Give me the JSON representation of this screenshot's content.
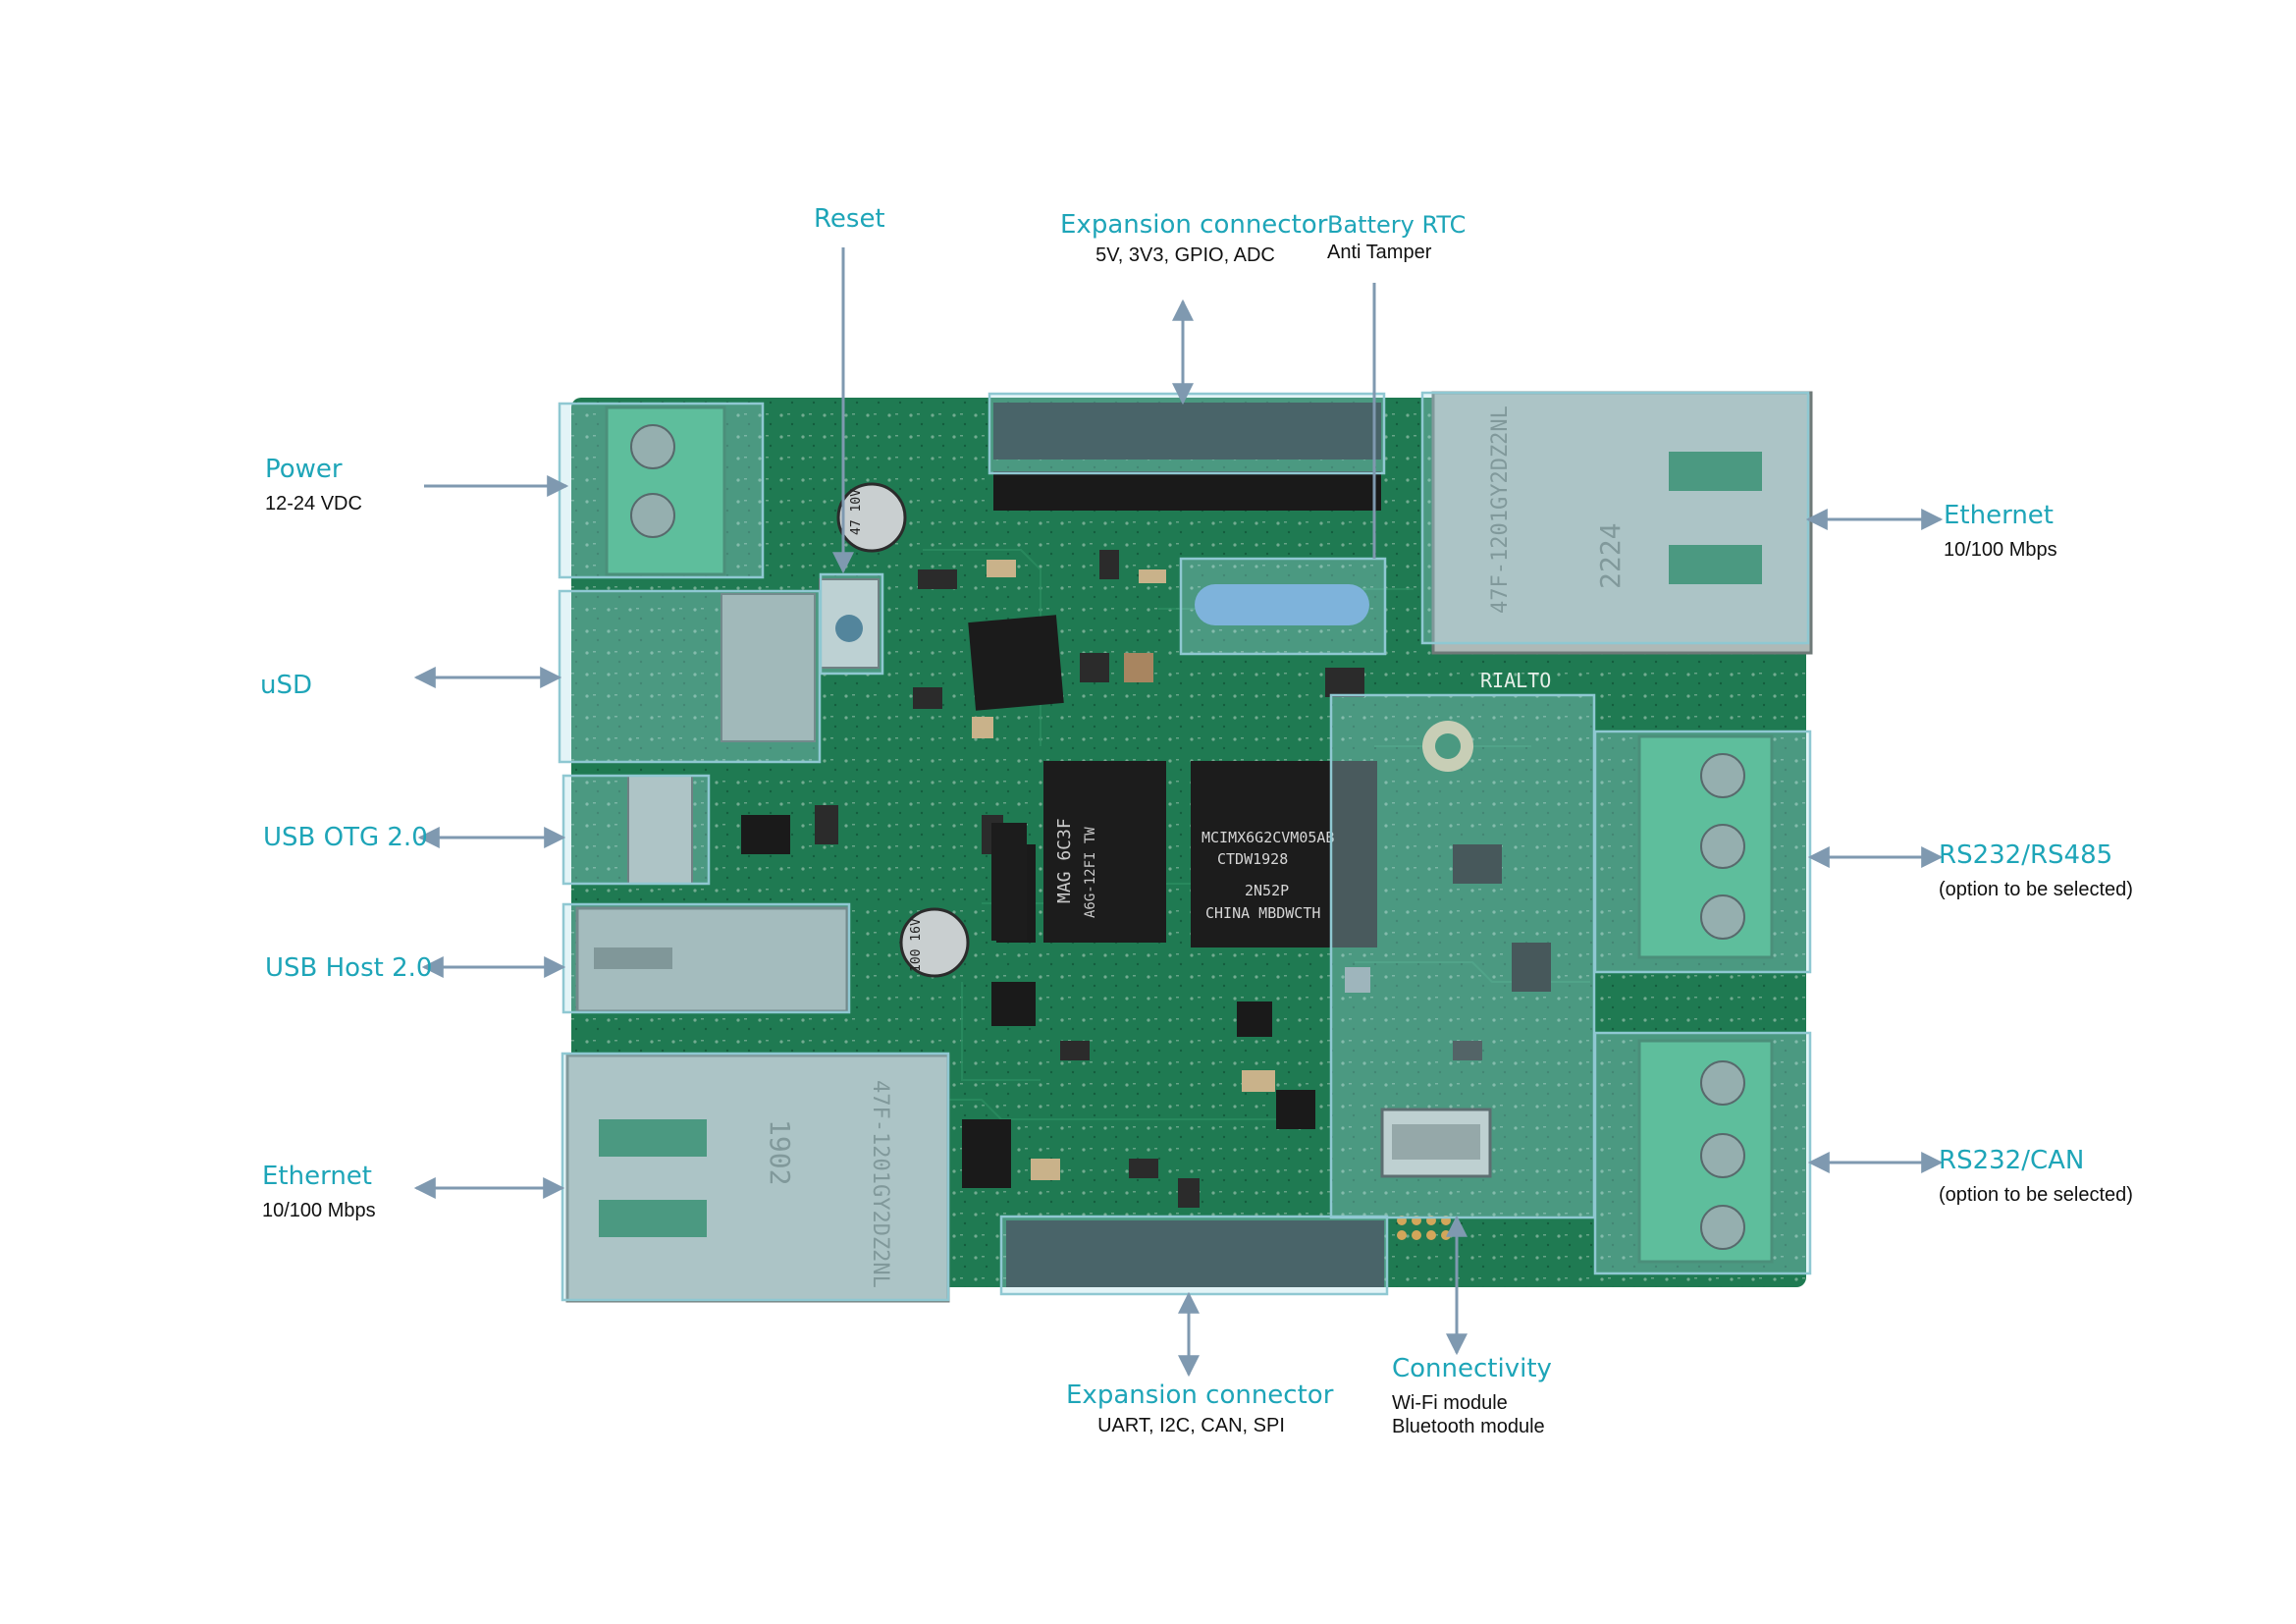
{
  "colors": {
    "title": "#1ea5b8",
    "subtitle": "#111111",
    "arrow": "#7f99b0",
    "highlight_fill": "#a9dde5",
    "highlight_stroke": "#8fc8d2",
    "pcb": "#1f7a52",
    "pcb_dark": "#135a3b",
    "terminal_green": "#3bb07a",
    "metal": "#b9c2c0"
  },
  "board_text": {
    "silk_name": "RIALTO",
    "cpu_line1": "MCIMX6G2CVM05AB",
    "cpu_line2": "CTDW1928",
    "cpu_line3": "2N52P",
    "cpu_line4": "CHINA MBDWCTH",
    "ram_line1": "MAG 6C3F",
    "ram_line2": "A6G-12FI TW",
    "eth_top_code": "2224",
    "eth_top_part": "47F-1201GY2DZ2NL",
    "eth_bottom_code": "1902",
    "eth_bottom_part": "47F-1201GY2DZ2NL",
    "cap_top": "47 10V",
    "cap_bottom": "100 16V"
  },
  "callouts": {
    "reset": {
      "title": "Reset",
      "icon": "arrow-down-icon"
    },
    "expansion_top": {
      "title": "Expansion connector",
      "subtitle": "5V, 3V3, GPIO, ADC",
      "icon": "double-arrow-vertical-icon"
    },
    "battery_rtc": {
      "title": "Battery RTC",
      "subtitle": "Anti Tamper",
      "icon": "line-pointer-icon"
    },
    "power": {
      "title": "Power",
      "subtitle": "12-24 VDC",
      "icon": "arrow-right-icon"
    },
    "usd": {
      "title": "uSD",
      "icon": "double-arrow-horizontal-icon"
    },
    "usb_otg": {
      "title": "USB OTG 2.0",
      "icon": "double-arrow-horizontal-icon"
    },
    "usb_host": {
      "title": "USB Host 2.0",
      "icon": "double-arrow-horizontal-icon"
    },
    "ethernet_left": {
      "title": "Ethernet",
      "subtitle": "10/100 Mbps",
      "icon": "double-arrow-horizontal-icon"
    },
    "ethernet_right": {
      "title": "Ethernet",
      "subtitle": "10/100 Mbps",
      "icon": "double-arrow-horizontal-icon"
    },
    "rs232_rs485": {
      "title": "RS232/RS485",
      "subtitle": "(option to be selected)",
      "icon": "double-arrow-horizontal-icon"
    },
    "rs232_can": {
      "title": "RS232/CAN",
      "subtitle": "(option to be selected)",
      "icon": "double-arrow-horizontal-icon"
    },
    "expansion_bottom": {
      "title": "Expansion connector",
      "subtitle": "UART, I2C, CAN, SPI",
      "icon": "double-arrow-vertical-icon"
    },
    "connectivity": {
      "title": "Connectivity",
      "subtitle_line1": "Wi-Fi module",
      "subtitle_line2": "Bluetooth module",
      "icon": "double-arrow-vertical-icon"
    }
  }
}
